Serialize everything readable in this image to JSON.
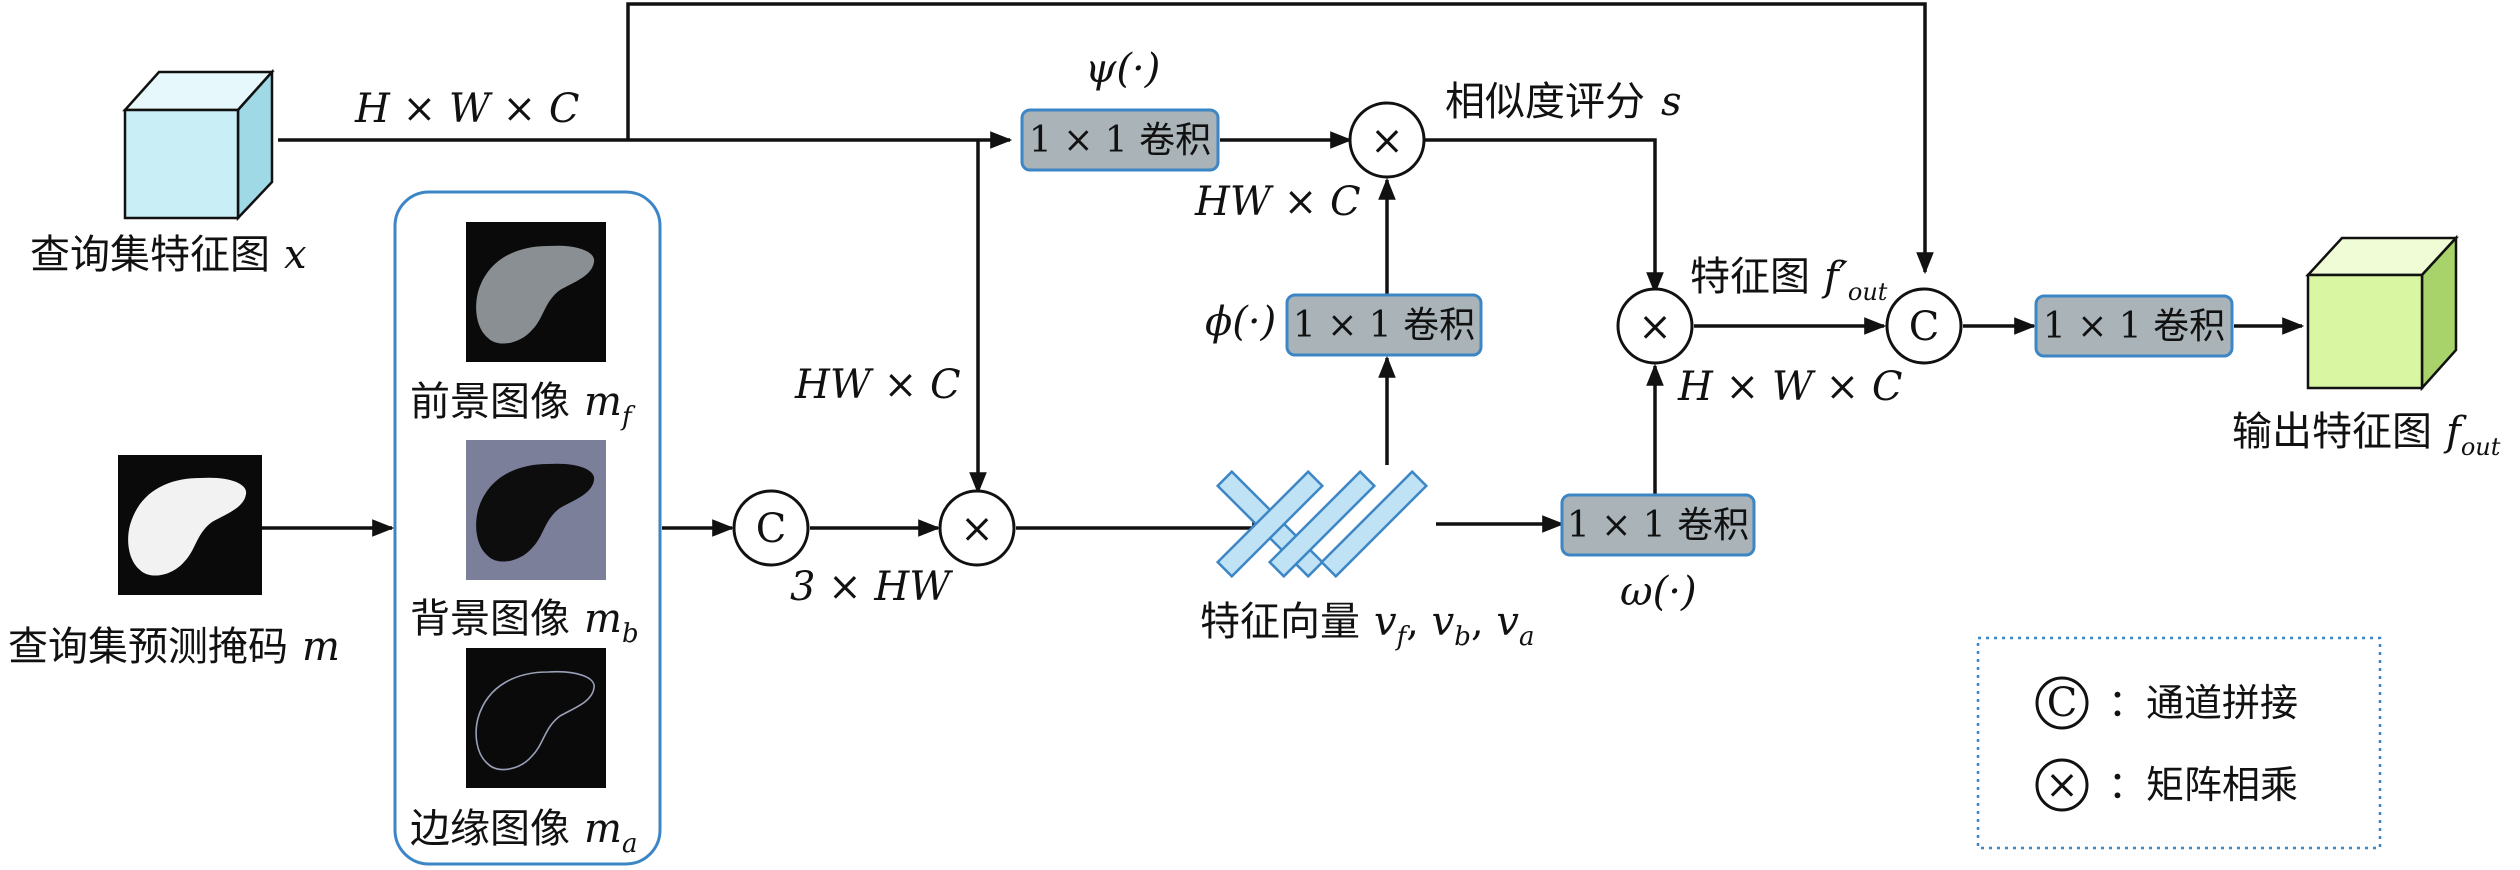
{
  "colors": {
    "input_cube": "#c9eef6",
    "output_cube": "#d9f7a3",
    "conv_fill": "#a9b3b8",
    "accent_border": "#3d86c6",
    "vector_fill": "#bfe3f5"
  },
  "labels": {
    "input_title": "查询集特征图",
    "input_var": "x",
    "mask_title": "查询集预测掩码",
    "mask_var": "m",
    "fg_title": "前景图像",
    "fg_var": "m",
    "fg_sub": "f",
    "bg_title": "背景图像",
    "bg_var": "m",
    "bg_sub": "b",
    "edge_title": "边缘图像",
    "edge_var": "m",
    "edge_sub": "a",
    "dim_hwc": "H × W × C",
    "dim_hw_c_left": "HW × C",
    "dim_3hw": "3 × HW",
    "dim_hw_c_mid": "HW × C",
    "dim_hwc_right": "H × W × C",
    "psi": "ψ(·)",
    "phi": "ϕ(·)",
    "omega": "ω(·)",
    "conv": "1 × 1 卷积",
    "similarity": "相似度评分",
    "similarity_var": "s",
    "feature_map": "特征图",
    "feature_map_var": "f′",
    "feature_map_sub": "out",
    "vectors_title": "特征向量",
    "vectors_vars": "v",
    "v_f_sub": "f",
    "v_b_sub": "b",
    "v_a_sub": "a",
    "output_title": "输出特征图",
    "output_var": "f",
    "output_sub": "out"
  },
  "nodes": {
    "concat_symbol": "C",
    "multiply_symbol": "×"
  },
  "legend": {
    "concat_symbol": "C",
    "concat_label": "：通道拼接",
    "multiply_symbol": "×",
    "multiply_label": "：矩阵相乘"
  }
}
